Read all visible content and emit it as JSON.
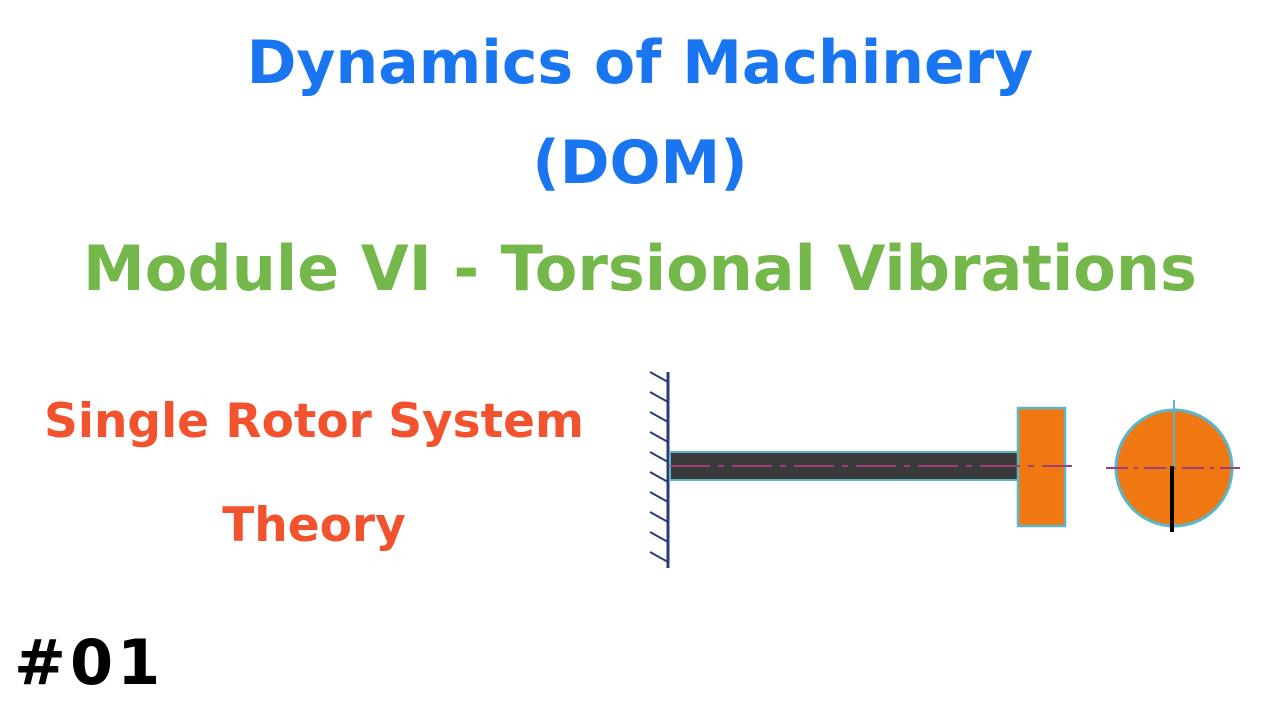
{
  "header": {
    "title_line1": "Dynamics of Machinery",
    "title_line2": "(DOM)",
    "module_title": "Module VI - Torsional Vibrations"
  },
  "topic": {
    "line1": "Single Rotor System",
    "line2": "Theory"
  },
  "episode": "#01",
  "colors": {
    "title": "#1976f0",
    "module": "#74b74a",
    "topic": "#f2522d",
    "rotor": "#f07812",
    "rotor_outline": "#5bb6c8",
    "centerline": "#a0407a"
  }
}
